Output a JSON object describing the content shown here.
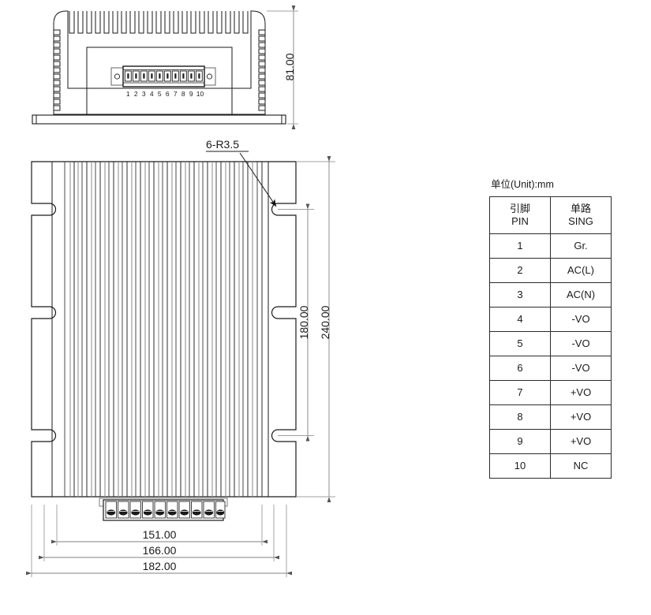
{
  "drawing": {
    "title_note": "6-R3.5",
    "views": {
      "front_view": {
        "name": "front-elevation-view",
        "height_dimension": "81.00",
        "terminal_pin_labels": [
          "1",
          "2",
          "3",
          "4",
          "5",
          "6",
          "7",
          "8",
          "9",
          "10"
        ],
        "fin_count_top": 22,
        "fin_count_side": 14
      },
      "top_view": {
        "name": "top-plan-view",
        "vertical_dimensions": [
          "180.00",
          "240.00"
        ],
        "horizontal_dimensions": [
          "151.00",
          "166.00",
          "182.00"
        ],
        "slot_callout": "6-R3.5",
        "slot_count": 6
      }
    },
    "line_color": "#1a1a1a",
    "fin_color": "#808080",
    "background": "#ffffff"
  },
  "pin_table": {
    "unit_label": "单位(Unit):mm",
    "headers": [
      {
        "line1": "引脚",
        "line2": "PIN"
      },
      {
        "line1": "单路",
        "line2": "SING"
      }
    ],
    "rows": [
      {
        "pin": "1",
        "sing": "Gr."
      },
      {
        "pin": "2",
        "sing": "AC(L)"
      },
      {
        "pin": "3",
        "sing": "AC(N)"
      },
      {
        "pin": "4",
        "sing": "-VO"
      },
      {
        "pin": "5",
        "sing": "-VO"
      },
      {
        "pin": "6",
        "sing": "-VO"
      },
      {
        "pin": "7",
        "sing": "+VO"
      },
      {
        "pin": "8",
        "sing": "+VO"
      },
      {
        "pin": "9",
        "sing": "+VO"
      },
      {
        "pin": "10",
        "sing": "NC"
      }
    ]
  }
}
